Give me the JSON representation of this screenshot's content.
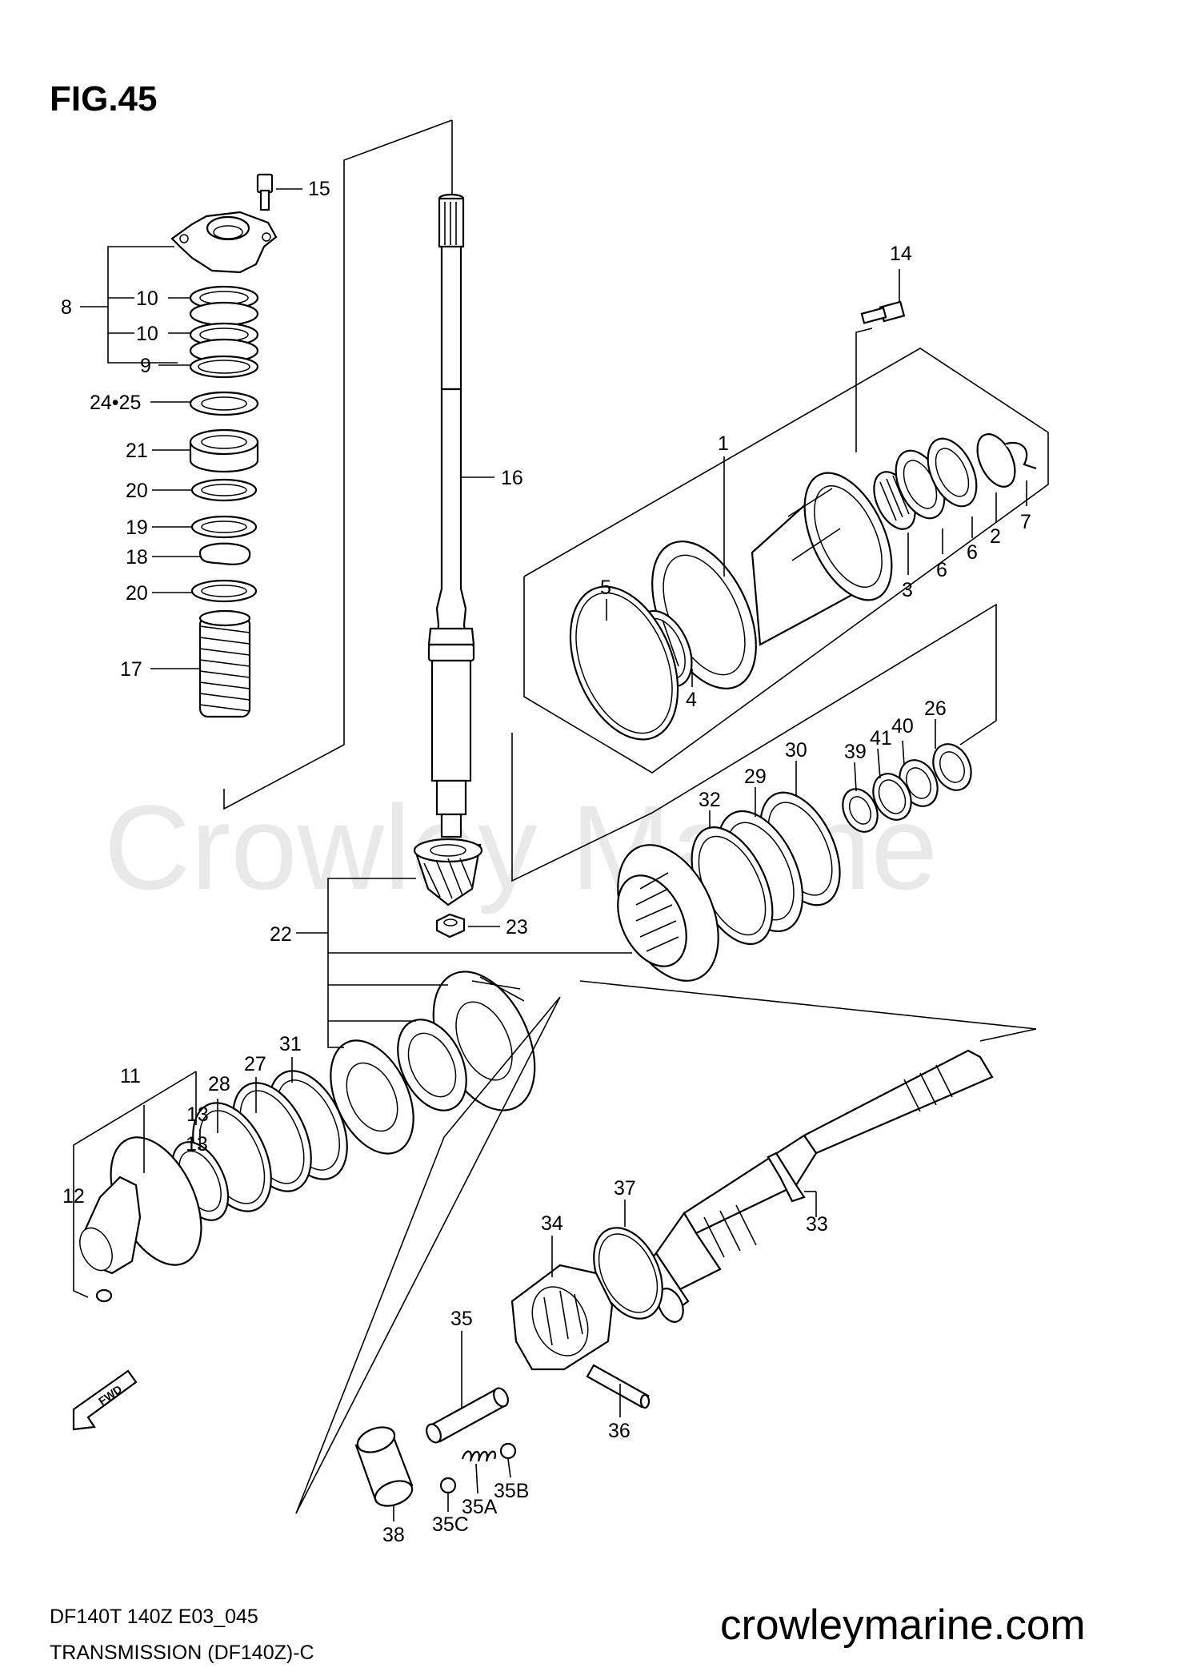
{
  "figure": {
    "label": "FIG.45",
    "model_code": "DF140T 140Z E03_045",
    "title": "TRANSMISSION (DF140Z)-C",
    "website": "crowleymarine.com",
    "watermark": "Crowley Marine",
    "direction_label": "FWD"
  },
  "callouts": [
    {
      "id": "c15",
      "text": "15"
    },
    {
      "id": "c8",
      "text": "8"
    },
    {
      "id": "c10a",
      "text": "10"
    },
    {
      "id": "c10b",
      "text": "10"
    },
    {
      "id": "c9",
      "text": "9"
    },
    {
      "id": "c2425",
      "text": "24•25"
    },
    {
      "id": "c21",
      "text": "21"
    },
    {
      "id": "c20a",
      "text": "20"
    },
    {
      "id": "c19",
      "text": "19"
    },
    {
      "id": "c18",
      "text": "18"
    },
    {
      "id": "c20b",
      "text": "20"
    },
    {
      "id": "c17",
      "text": "17"
    },
    {
      "id": "c16",
      "text": "16"
    },
    {
      "id": "c14",
      "text": "14"
    },
    {
      "id": "c1",
      "text": "1"
    },
    {
      "id": "c5",
      "text": "5"
    },
    {
      "id": "c4",
      "text": "4"
    },
    {
      "id": "c3",
      "text": "3"
    },
    {
      "id": "c6a",
      "text": "6"
    },
    {
      "id": "c6b",
      "text": "6"
    },
    {
      "id": "c2",
      "text": "2"
    },
    {
      "id": "c7",
      "text": "7"
    },
    {
      "id": "c26",
      "text": "26"
    },
    {
      "id": "c40",
      "text": "40"
    },
    {
      "id": "c41",
      "text": "41"
    },
    {
      "id": "c39",
      "text": "39"
    },
    {
      "id": "c30",
      "text": "30"
    },
    {
      "id": "c29",
      "text": "29"
    },
    {
      "id": "c32",
      "text": "32"
    },
    {
      "id": "c22",
      "text": "22"
    },
    {
      "id": "c23",
      "text": "23"
    },
    {
      "id": "c11",
      "text": "11"
    },
    {
      "id": "c13a",
      "text": "13"
    },
    {
      "id": "c13b",
      "text": "13"
    },
    {
      "id": "c28",
      "text": "28"
    },
    {
      "id": "c27",
      "text": "27"
    },
    {
      "id": "c31",
      "text": "31"
    },
    {
      "id": "c12",
      "text": "12"
    },
    {
      "id": "c37",
      "text": "37"
    },
    {
      "id": "c34",
      "text": "34"
    },
    {
      "id": "c33",
      "text": "33"
    },
    {
      "id": "c35",
      "text": "35"
    },
    {
      "id": "c36",
      "text": "36"
    },
    {
      "id": "c35b",
      "text": "35B"
    },
    {
      "id": "c35a",
      "text": "35A"
    },
    {
      "id": "c35c",
      "text": "35C"
    },
    {
      "id": "c38",
      "text": "38"
    }
  ]
}
